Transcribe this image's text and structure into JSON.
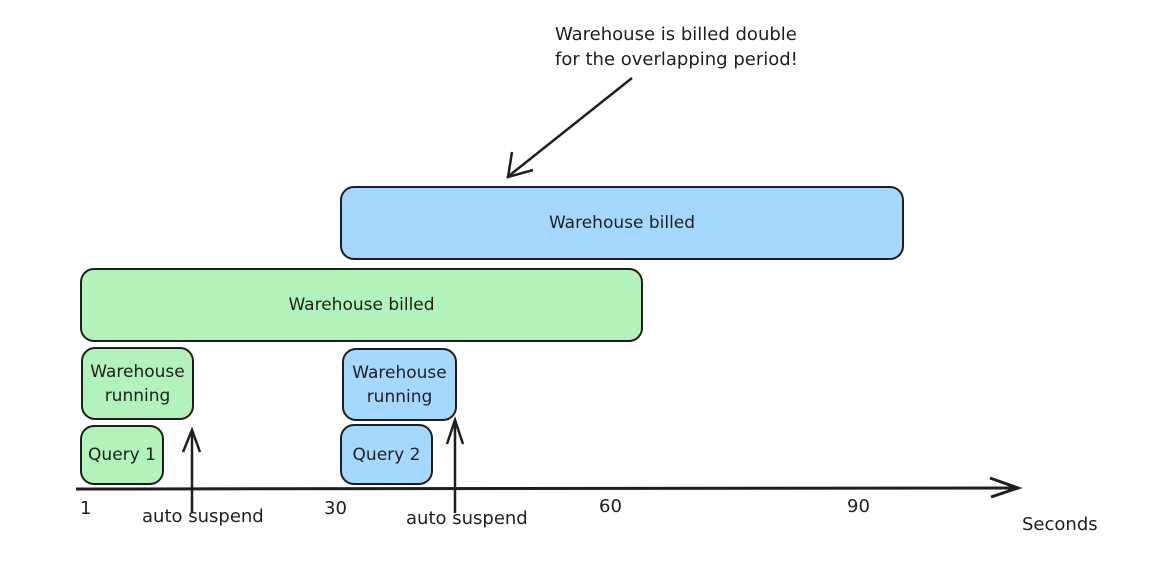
{
  "annotation": {
    "line1": "Warehouse is billed double",
    "line2": "for the overlapping period!"
  },
  "bars": {
    "billed_blue": "Warehouse billed",
    "billed_green": "Warehouse billed",
    "running_green": "Warehouse running",
    "running_blue": "Warehouse running",
    "query1": "Query 1",
    "query2": "Query 2"
  },
  "axis": {
    "ticks": [
      "1",
      "30",
      "60",
      "90"
    ],
    "unit_label": "Seconds",
    "markers": [
      "auto suspend",
      "auto suspend"
    ]
  },
  "colors": {
    "warehouse_1": "#b2f2bb",
    "warehouse_2": "#a5d8ff",
    "stroke": "#1e1e1e"
  }
}
